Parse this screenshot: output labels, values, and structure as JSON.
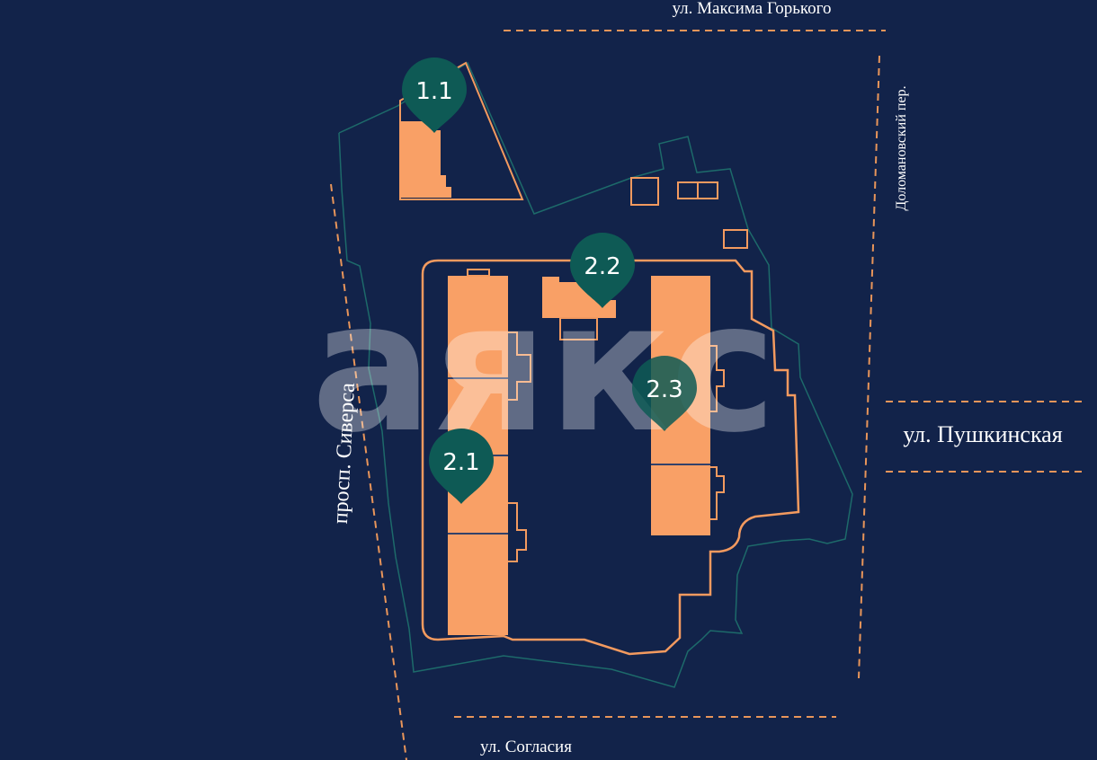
{
  "streets": {
    "top": "ул. Максима Горького",
    "right_vertical": "Доломановский пер.",
    "right": "ул. Пушкинская",
    "left": "просп. Сиверса",
    "bottom": "ул. Согласия"
  },
  "watermark": "аякс",
  "markers": [
    {
      "id": "1.1",
      "label": "1.1"
    },
    {
      "id": "2.2",
      "label": "2.2"
    },
    {
      "id": "2.3",
      "label": "2.3"
    },
    {
      "id": "2.1",
      "label": "2.1"
    }
  ],
  "colors": {
    "background": "#12234a",
    "building": "#f9a066",
    "outline": "#f39a5f",
    "boundary": "#1d6a6a",
    "marker": "#0e5a55",
    "street_line": "#e8955a",
    "text": "#ffffff"
  }
}
